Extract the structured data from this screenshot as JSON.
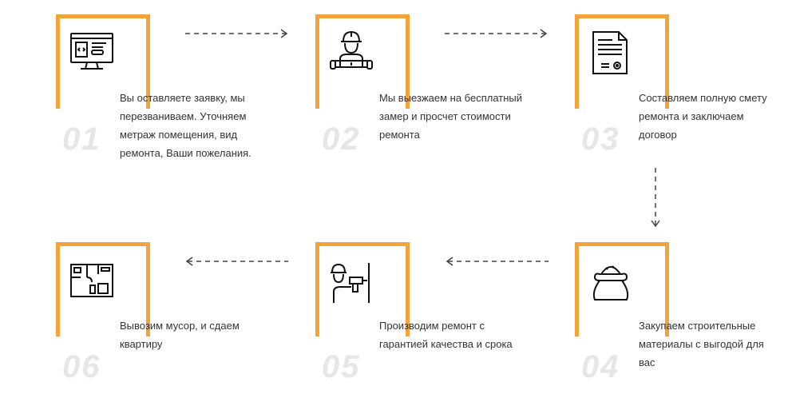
{
  "accent_color": "#f2a33a",
  "steps": [
    {
      "number": "01",
      "text": "Вы оставляете заявку, мы перезваниваем. Уточняем метраж помещения, вид ремонта, Ваши пожелания.",
      "icon": "computer-monitor-icon"
    },
    {
      "number": "02",
      "text": "Мы выезжаем на бесплатный замер и просчет стоимости ремонта",
      "icon": "worker-measuring-icon"
    },
    {
      "number": "03",
      "text": "Составляем полную смету ремонта и заключаем договор",
      "icon": "document-contract-icon"
    },
    {
      "number": "04",
      "text": "Закупаем строительные материалы с выгодой для вас",
      "icon": "material-sack-icon"
    },
    {
      "number": "05",
      "text": "Производим ремонт с гарантией качества и срока",
      "icon": "worker-drill-icon"
    },
    {
      "number": "06",
      "text": "Вывозим мусор, и сдаем квартиру",
      "icon": "floor-plan-icon"
    }
  ]
}
